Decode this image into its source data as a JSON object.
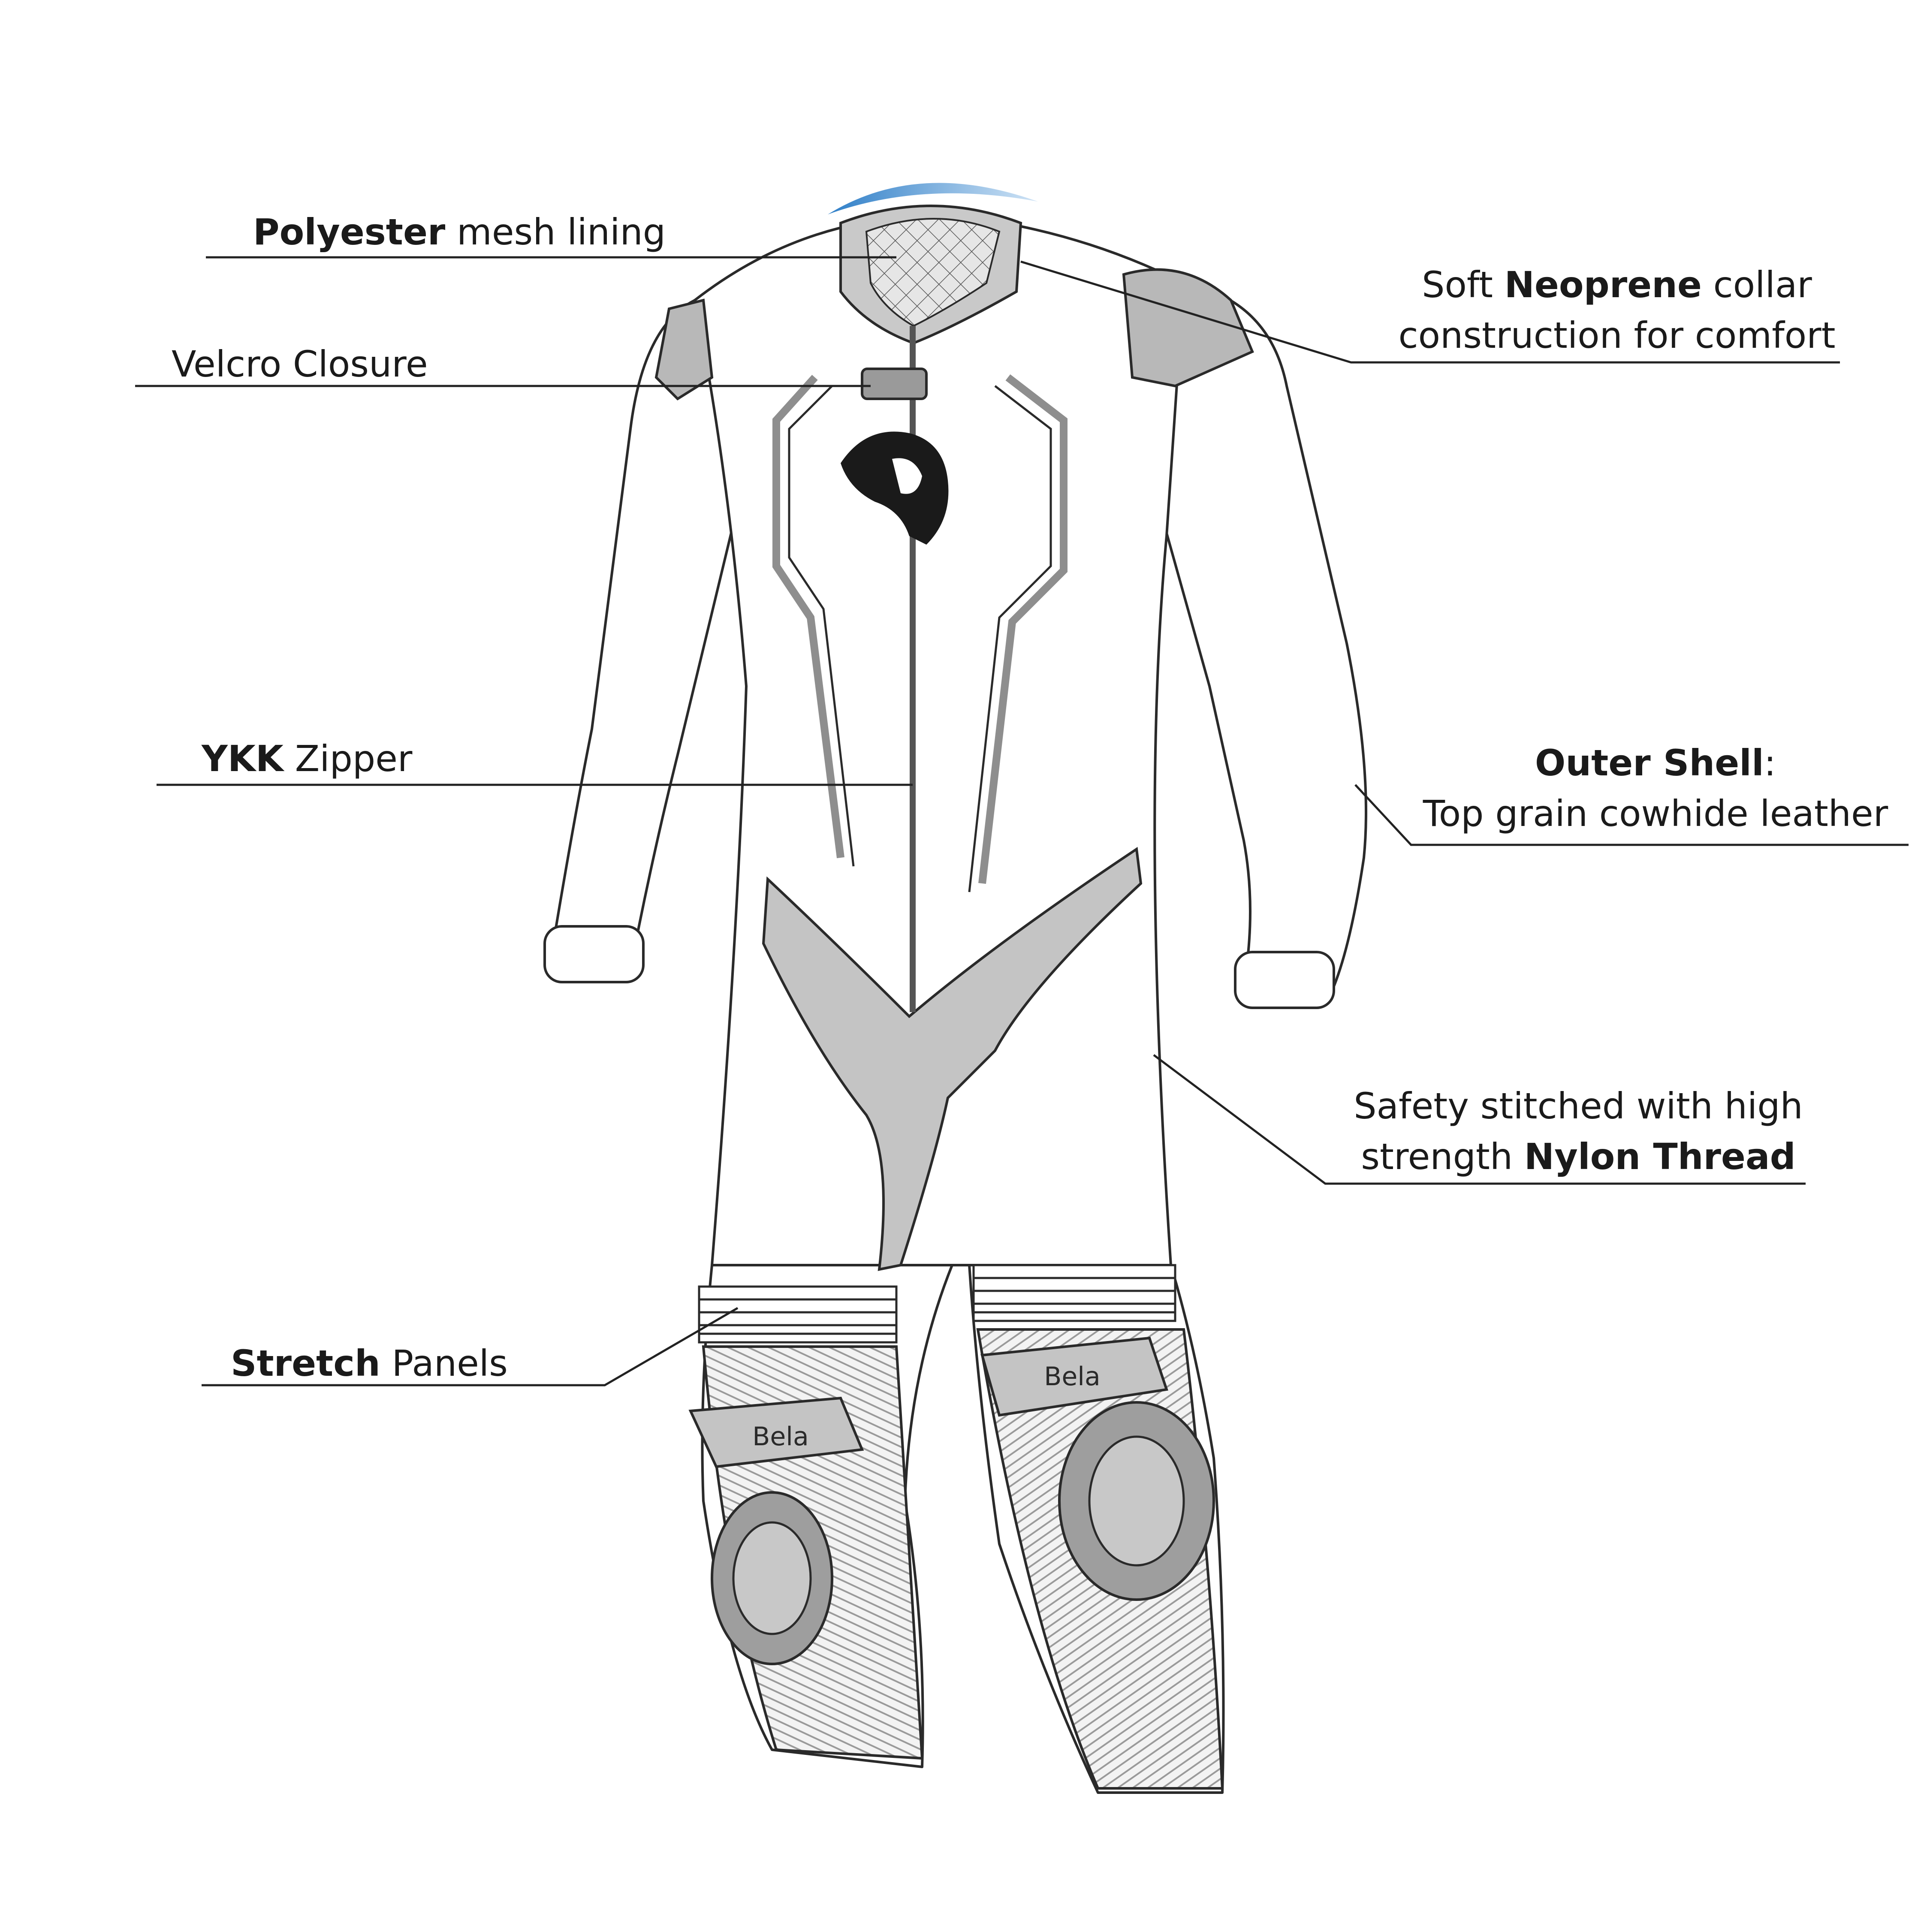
{
  "colors": {
    "outline": "#2a2a2a",
    "panel_light": "#d4d4d4",
    "panel_mid": "#b8b8b8",
    "panel_dark": "#8e8e8e",
    "hump": "#4d8fd0",
    "leader": "#222222"
  },
  "icons": [
    "bear-logo-icon",
    "bela-badge-icon",
    "knee-slider-icon",
    "collar-hump-icon"
  ],
  "brand": {
    "badge_text": "Bela"
  },
  "labels": {
    "polyester": {
      "bold": "Polyester",
      "rest": " mesh lining"
    },
    "velcro": {
      "text": "Velcro Closure"
    },
    "ykk": {
      "bold": "YKK",
      "rest": " Zipper"
    },
    "stretch": {
      "bold": "Stretch",
      "rest": " Panels"
    },
    "neoprene": {
      "pre": "Soft ",
      "bold": "Neoprene",
      "post": " collar",
      "line2": "construction for comfort"
    },
    "outer": {
      "bold": "Outer Shell",
      "post": ":",
      "line2": "Top grain cowhide leather"
    },
    "nylon": {
      "line1": "Safety stitched with high",
      "pre2": "strength ",
      "bold2": "Nylon Thread"
    }
  }
}
